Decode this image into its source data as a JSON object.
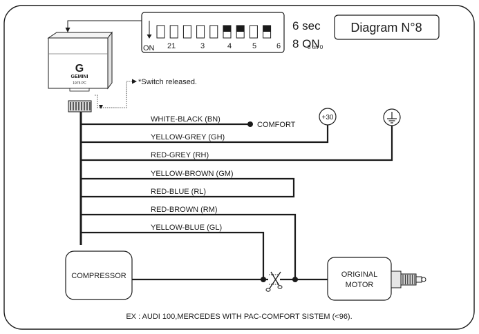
{
  "diagram": {
    "title": "Diagram N°8",
    "timing_label": "6 sec",
    "mode_label": "8 ON",
    "mode_small": "8 on 0",
    "dip": {
      "on_label": "ON",
      "numbers": [
        "21",
        "3",
        "4",
        "5",
        "6"
      ],
      "switches": [
        false,
        false,
        false,
        false,
        false,
        true,
        true,
        false,
        true
      ]
    },
    "module": {
      "logo_letter": "G",
      "brand": "GEMINI",
      "model": "1975 PC"
    },
    "switch_note": "*Switch released.",
    "wires": [
      {
        "label": "WHITE-BLACK (BN)"
      },
      {
        "label": "YELLOW-GREY (GH)"
      },
      {
        "label": "RED-GREY (RH)"
      },
      {
        "label": "YELLOW-BROWN (GM)"
      },
      {
        "label": "RED-BLUE (RL)"
      },
      {
        "label": "RED-BROWN (RM)"
      },
      {
        "label": "YELLOW-BLUE (GL)"
      }
    ],
    "comfort_label": "COMFORT",
    "plus30_label": "+30",
    "compressor_label": "COMPRESSOR",
    "motor_line1": "ORIGINAL",
    "motor_line2": "MOTOR",
    "footer": "EX : AUDI 100,MERCEDES WITH PAC-COMFORT SISTEM (<96)."
  }
}
